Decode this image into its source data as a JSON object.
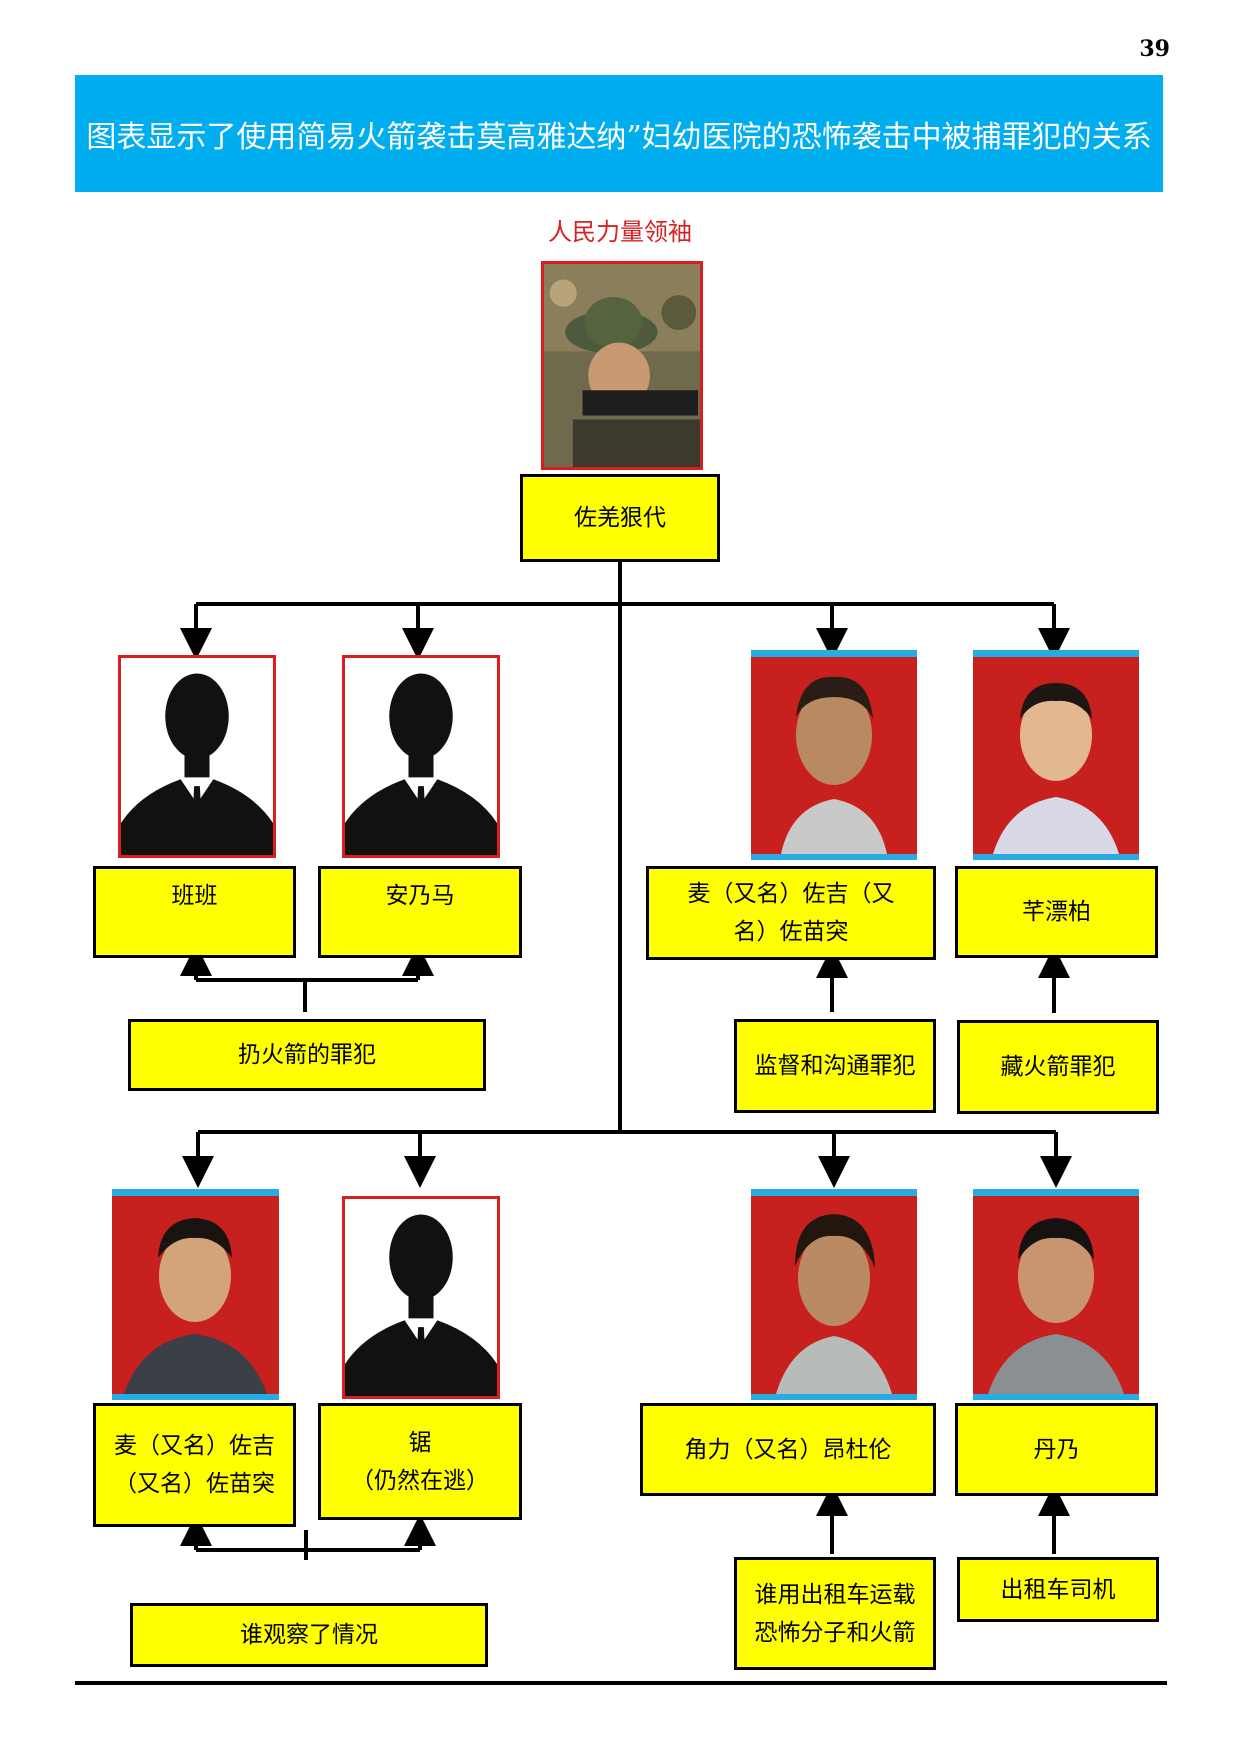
{
  "page_number": "39",
  "title": "图表显示了使用简易火箭袭击莫高雅达纳”妇幼医院的恐怖袭击中被捕罪犯的关系",
  "leader": {
    "label": "人民力量领袖",
    "name": "佐羌狠代"
  },
  "people": {
    "p1": {
      "name": "班班"
    },
    "p2": {
      "name": "安乃马"
    },
    "p3": {
      "name_line1": "麦（又名）佐吉（又",
      "name_line2": "名）佐苗突"
    },
    "p4": {
      "name": "芊漂柏"
    },
    "p5": {
      "name_line1": "麦（又名）佐吉",
      "name_line2": "（又名）佐苗突"
    },
    "p6": {
      "name_line1": "锯",
      "name_line2": "（仍然在逃）"
    },
    "p7": {
      "name": "角力（又名）昂杜伦"
    },
    "p8": {
      "name": "丹乃"
    }
  },
  "roles": {
    "r1": "扔火箭的罪犯",
    "r2": "监督和沟通罪犯",
    "r3": "藏火箭罪犯",
    "r4": "谁观察了情况",
    "r5_line1": "谁用出租车运载",
    "r5_line2": "恐怖分子和火箭",
    "r6": "出租车司机"
  },
  "colors": {
    "banner": "#00aeef",
    "box_fill": "#ffff00",
    "leader_label": "#d62222",
    "photo_border_red": "#d81e1e",
    "photo_border_blue": "#29abe2",
    "photo_background": "#c8201f"
  }
}
